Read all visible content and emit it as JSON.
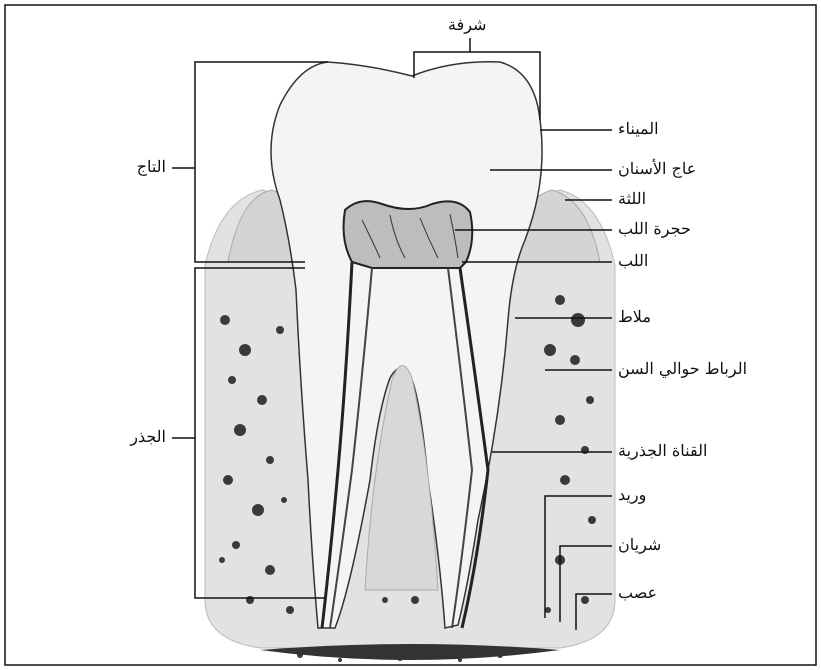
{
  "labels": {
    "cusp": "شرفة",
    "crown": "التاج",
    "root": "الجذر",
    "enamel": "الميناء",
    "dentin": "عاج الأسنان",
    "gum": "اللثة",
    "pulp_chamber": "حجرة اللب",
    "pulp": "اللب",
    "cementum": "ملاط",
    "periodontal_ligament": "الرباط حوالي السن",
    "root_canal": "القناة الجذرية",
    "vein": "وريد",
    "artery": "شريان",
    "nerve": "عصب"
  },
  "colors": {
    "line": "#111111",
    "enamel": "#f1f1f1",
    "bone": "#d6d6d6",
    "bone_spots": "#3a3a3a",
    "pulp": "#c9c9c9"
  }
}
